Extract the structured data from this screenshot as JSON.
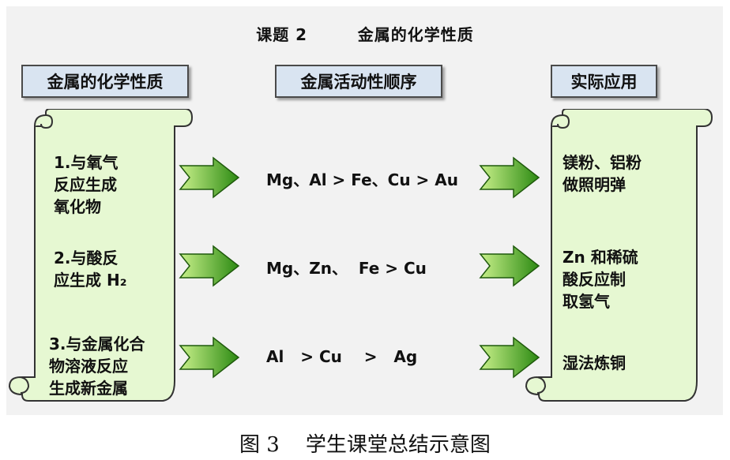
{
  "title": {
    "label": "课题 2",
    "text": "金属的化学性质"
  },
  "headers": [
    "金属的化学性质",
    "金属活动性顺序",
    "实际应用"
  ],
  "left_items": [
    "1.与氧气\n反应生成\n氧化物",
    "2.与酸反\n应生成 H₂",
    "3.与金属化合\n物溶液反应\n生成新金属"
  ],
  "middle_items": [
    "Mg、Al > Fe、Cu > Au",
    "Mg、Zn、  Fe > Cu",
    "Al   > Cu    >   Ag"
  ],
  "right_items": [
    "镁粉、铝粉\n做照明弹",
    "Zn 和稀硫\n酸反应制\n取氢气",
    "湿法炼铜"
  ],
  "caption": {
    "label": "图 3",
    "text": "学生课堂总结示意图"
  },
  "colors": {
    "scroll_fill": "#e6f8d2",
    "arrow_light": "#c8f08a",
    "arrow_dark": "#2c8a12",
    "header_fill": "#d9e4f1"
  }
}
